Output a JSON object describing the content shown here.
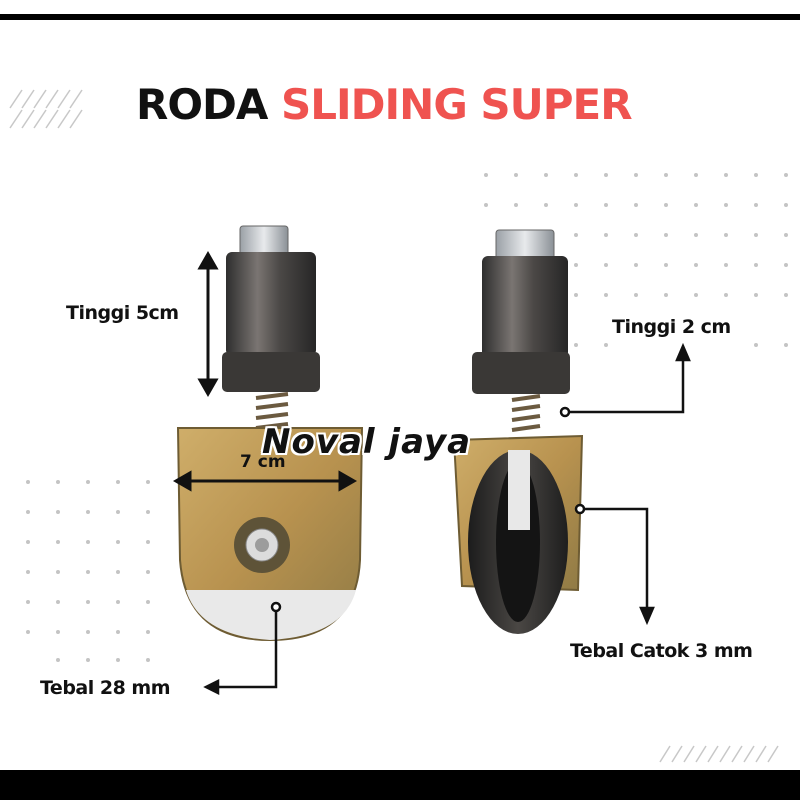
{
  "title": {
    "part1": "RODA",
    "part2": "SLIDING SUPER"
  },
  "labels": {
    "height_left": "Tinggi 5cm",
    "height_right": "Tinggi 2 cm",
    "width": "7 cm",
    "thickness_left": "Tebal 28 mm",
    "thickness_right": "Tebal Catok 3 mm"
  },
  "watermark": "Noval jaya",
  "colors": {
    "title_dark": "#111111",
    "title_accent": "#ef5350",
    "bracket_brass": "#c9a25a",
    "metal_dark": "#3b3b3b",
    "bar": "#000000"
  }
}
